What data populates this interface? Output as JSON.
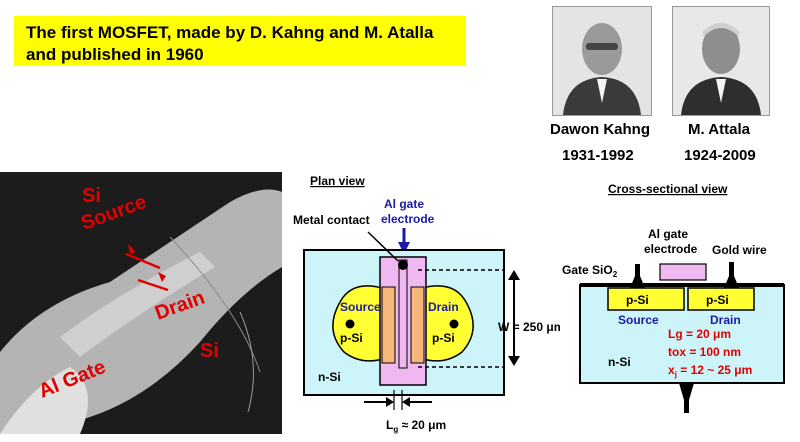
{
  "title": "The first MOSFET, made by D. Kahng and M. Atalla and published in 1960",
  "people": [
    {
      "name": "Dawon Kahng",
      "years": "1931-1992"
    },
    {
      "name": "M. Attala",
      "years": "1924-2009"
    }
  ],
  "photo": {
    "label_si_top": "Si",
    "label_source": "Source",
    "label_drain": "Drain",
    "label_si_bottom": "Si",
    "label_gate": "Al Gate"
  },
  "plan_view": {
    "heading": "Plan view",
    "metal_contact": "Metal contact",
    "gate_label_1": "Al gate",
    "gate_label_2": "electrode",
    "source": "Source",
    "drain": "Drain",
    "p_si_left": "p-Si",
    "p_si_right": "p-Si",
    "n_si": "n-Si",
    "width_label": "W = 250 μm",
    "lg_main": "L",
    "lg_sub": "g",
    "lg_value": " ≈ 20 μm"
  },
  "cross_view": {
    "heading": "Cross-sectional view",
    "gate_label_1": "Al gate",
    "gate_label_2": "electrode",
    "gold_wire": "Gold wire",
    "gate_sio2_main": "Gate SiO",
    "gate_sio2_sub": "2",
    "p_si_left": "p-Si",
    "p_si_right": "p-Si",
    "source": "Source",
    "drain": "Drain",
    "n_si": "n-Si",
    "lg": "Lg = 20 μm",
    "tox": "tox = 100 nm",
    "xj_main": "x",
    "xj_sub": "j",
    "xj_value": " = 12 ~ 25 μm"
  },
  "colors": {
    "banner": "#ffff00",
    "red_label": "#e00000",
    "blue_label": "#1a1aa8",
    "substrate": "#ccf4f9",
    "p_region": "#ffff33",
    "gate": "#f0b8f0",
    "channel": "#f6b87a"
  }
}
